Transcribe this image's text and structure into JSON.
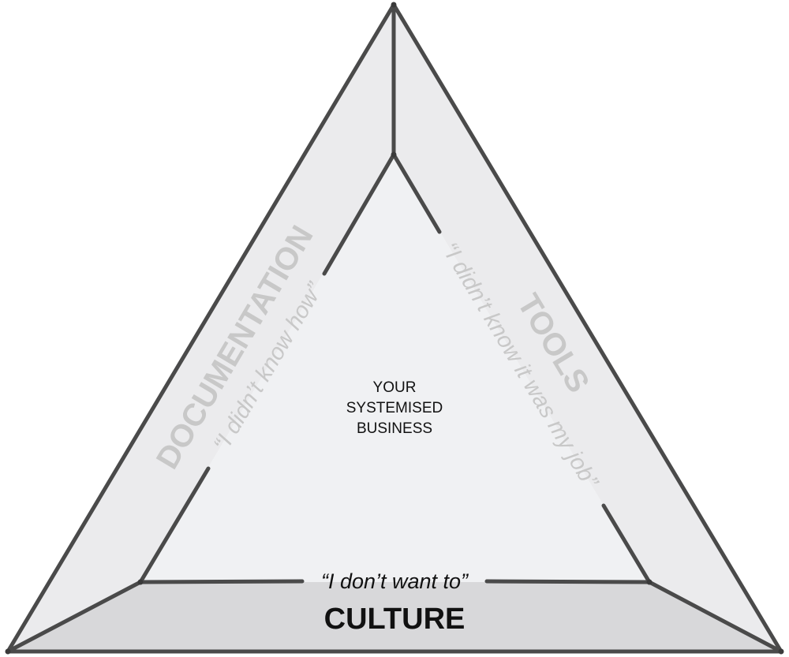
{
  "center": {
    "line1": "YOUR",
    "line2": "SYSTEMISED",
    "line3": "BUSINESS"
  },
  "left_side": {
    "title": "DOCUMENTATION",
    "quote": "“I didn’t know how”"
  },
  "right_side": {
    "title": "TOOLS",
    "quote": "“I didn’t know it was my job”"
  },
  "bottom_side": {
    "title": "CULTURE",
    "quote": "“I don’t want to”"
  }
}
